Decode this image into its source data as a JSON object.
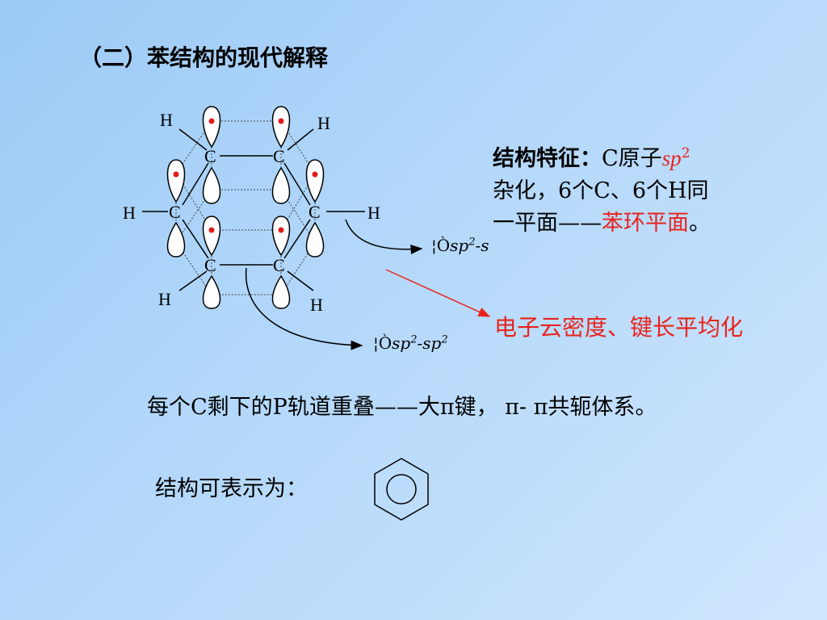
{
  "slide": {
    "title": "（二）苯结构的现代解释",
    "feature": {
      "prefix": "结构特征：",
      "line1_mid": "C原子",
      "sp": "sp",
      "sup2": "2",
      "line2": "杂化，6个C、6个H同",
      "line3_a": "一平面——",
      "line3_red": "苯环平面",
      "line3_end": "。"
    },
    "red_note": "电子云密度、键长平均化",
    "bond_label_1": {
      "prefix": "¦Ò",
      "sp": "sp",
      "sup": "2",
      "suffix": "-s"
    },
    "bond_label_2": {
      "prefix": "¦Ò",
      "sp": "sp",
      "sup": "2",
      "mid": "-sp",
      "sup2": "2"
    },
    "p_orbital_line": "每个C剩下的P轨道重叠——大π键，  π-  π共轭体系。",
    "representation_label": "结构可表示为：",
    "atoms": {
      "carbon": "C",
      "hydrogen": "H"
    }
  },
  "colors": {
    "red": "#e8231c",
    "orbital_dot": "#e21a1a"
  }
}
